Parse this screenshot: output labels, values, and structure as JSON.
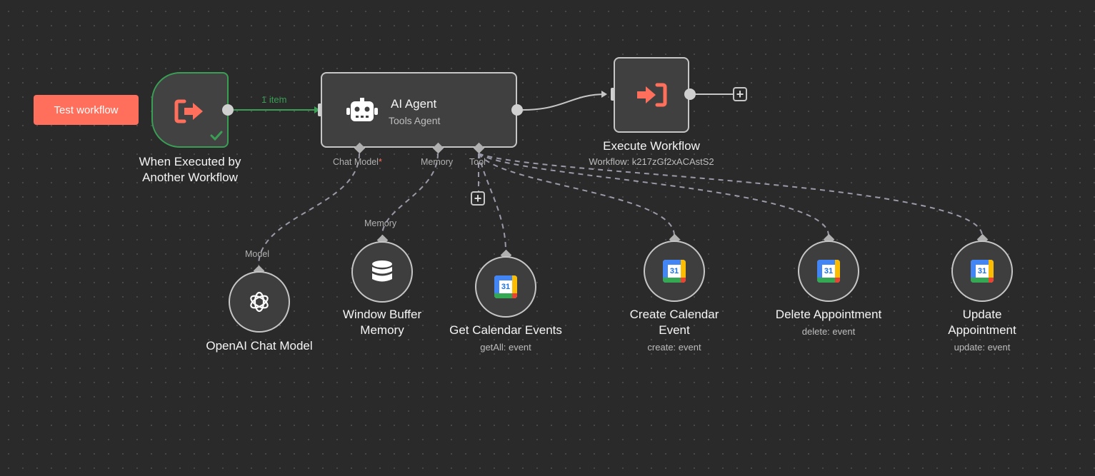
{
  "canvas": {
    "test_button_label": "Test workflow",
    "connection_label": "1 item",
    "colors": {
      "background": "#2a2a2a",
      "accent": "#ff6f5c",
      "success": "#3a9f55",
      "node_border": "#c6c6c6"
    }
  },
  "nodes": {
    "trigger": {
      "title_line1": "When Executed by",
      "title_line2": "Another Workflow",
      "icon": "sign-out-arrow-icon",
      "status_icon": "checkmark-icon"
    },
    "agent": {
      "title": "AI Agent",
      "subtitle": "Tools Agent",
      "icon": "robot-icon",
      "handles": {
        "chat_model": "Chat Model",
        "required_mark": "*",
        "memory": "Memory",
        "tool": "Tool"
      }
    },
    "execute": {
      "title": "Execute Workflow",
      "subtitle": "Workflow: k217zGf2xACAstS2",
      "icon": "sign-in-arrow-icon"
    },
    "openai": {
      "title": "OpenAI Chat Model",
      "input_label": "Model",
      "icon": "openai-icon"
    },
    "memory": {
      "title_line1": "Window Buffer",
      "title_line2": "Memory",
      "input_label": "Memory",
      "icon": "database-icon"
    },
    "get_events": {
      "title": "Get Calendar Events",
      "subtitle": "getAll: event",
      "icon": "google-calendar-icon",
      "icon_text": "31"
    },
    "create_event": {
      "title_line1": "Create Calendar",
      "title_line2": "Event",
      "subtitle": "create: event",
      "icon": "google-calendar-icon",
      "icon_text": "31"
    },
    "delete_appt": {
      "title": "Delete Appointment",
      "subtitle": "delete: event",
      "icon": "google-calendar-icon",
      "icon_text": "31"
    },
    "update_appt": {
      "title_line1": "Update",
      "title_line2": "Appointment",
      "subtitle": "update: event",
      "icon": "google-calendar-icon",
      "icon_text": "31"
    }
  }
}
